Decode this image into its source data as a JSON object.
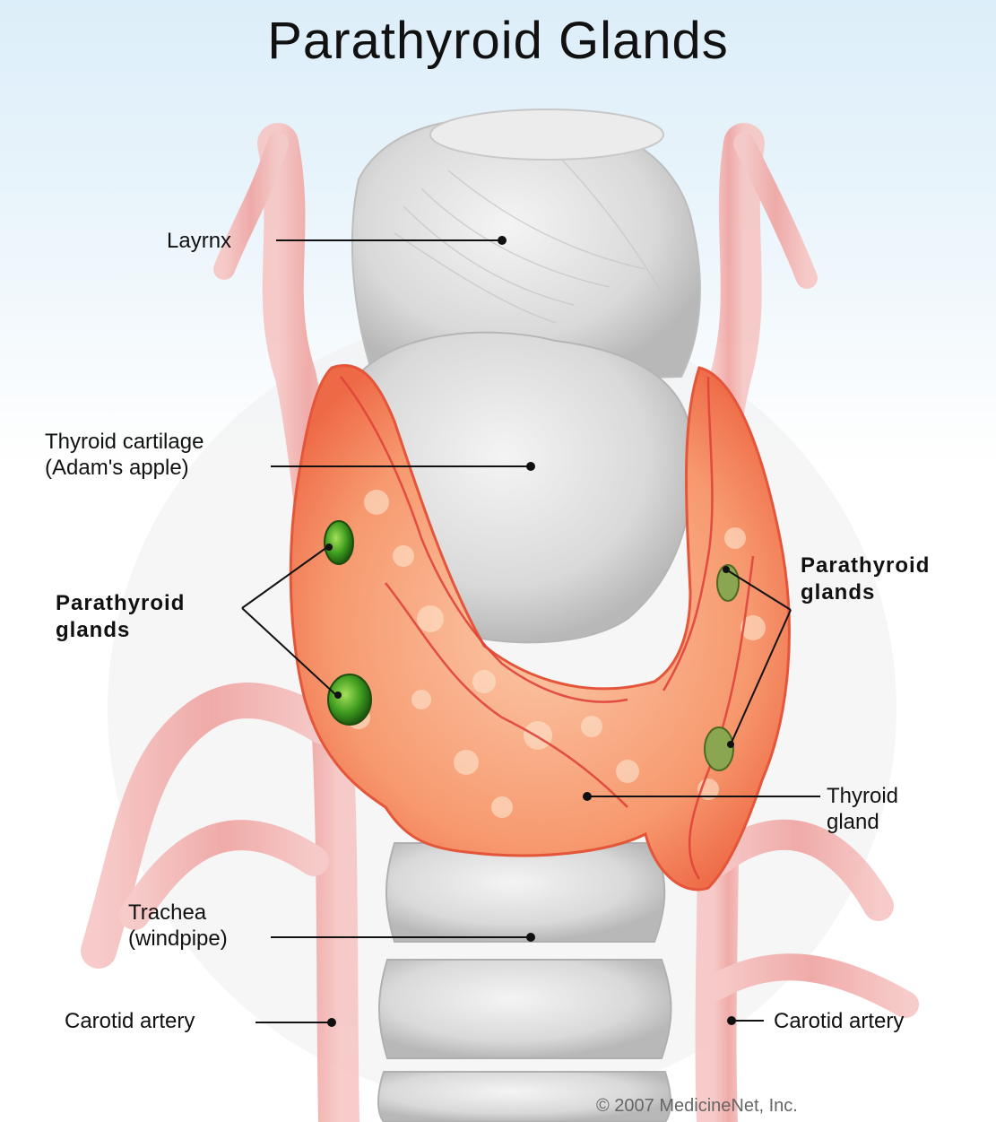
{
  "title": "Parathyroid Glands",
  "labels": {
    "larynx": "Layrnx",
    "thyroid_cartilage_1": "Thyroid cartilage",
    "thyroid_cartilage_2": "(Adam's apple)",
    "parathyroid_left_1": "Parathyroid",
    "parathyroid_left_2": "glands",
    "parathyroid_right_1": "Parathyroid",
    "parathyroid_right_2": "glands",
    "thyroid_gland_1": "Thyroid",
    "thyroid_gland_2": "gland",
    "trachea_1": "Trachea",
    "trachea_2": "(windpipe)",
    "carotid_left": "Carotid artery",
    "carotid_right": "Carotid artery"
  },
  "copyright": "© 2007 MedicineNet, Inc.",
  "colors": {
    "thyroid": "#f58a63",
    "thyroid_vessel": "#e0433a",
    "parathyroid": "#3d9a1e",
    "artery": "#f2b0ad",
    "cartilage": "#d8d8d8"
  }
}
